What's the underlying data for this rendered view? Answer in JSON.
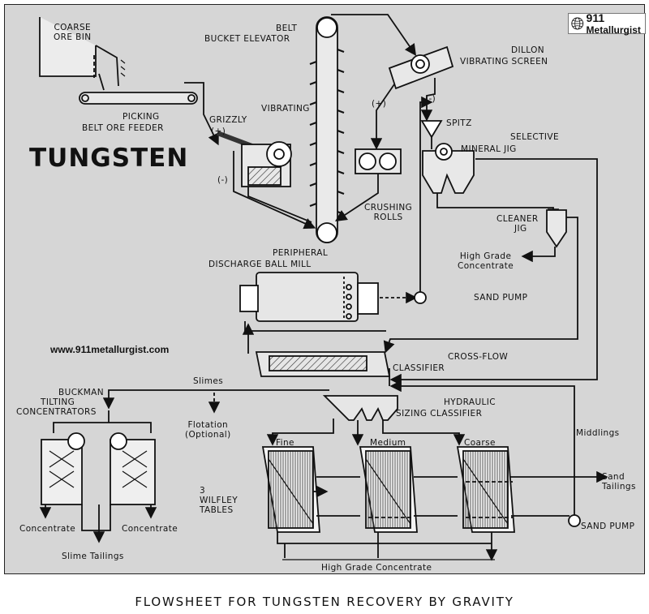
{
  "title_word": "TUNGSTEN",
  "website": "www.911metallurgist.com",
  "caption": "FLOWSHEET FOR TUNGSTEN RECOVERY BY GRAVITY",
  "logo": {
    "number": "911",
    "name": "Metallurgist",
    "icon": "globe-icon"
  },
  "labels": {
    "coarse_ore_bin": [
      "COARSE",
      "ORE BIN"
    ],
    "picking_belt": [
      "PICKING",
      "BELT ORE FEEDER"
    ],
    "vibrating_grizzly": [
      "VIBRATING",
      "GRIZZLY"
    ],
    "belt_bucket_elevator": [
      "BELT",
      "BUCKET ELEVATOR"
    ],
    "dillon_screen": [
      "DILLON",
      "VIBRATING SCREEN"
    ],
    "crushing_rolls": [
      "CRUSHING",
      "ROLLS"
    ],
    "spitz": "SPITZ",
    "selective_mineral_jig": [
      "SELECTIVE",
      "MINERAL JIG"
    ],
    "cleaner_jig": [
      "CLEANER",
      "JIG"
    ],
    "high_grade_concentrate_1": [
      "High Grade",
      "Concentrate"
    ],
    "ball_mill": [
      "PERIPHERAL",
      "DISCHARGE BALL MILL"
    ],
    "sand_pump_1": "SAND PUMP",
    "cross_flow_classifier": [
      "CROSS-FLOW",
      "CLASSIFIER"
    ],
    "slimes": "Slimes",
    "buckman": [
      "BUCKMAN",
      "TILTING",
      "CONCENTRATORS"
    ],
    "flotation": [
      "Flotation",
      "(Optional)"
    ],
    "hydraulic_sizing": [
      "HYDRAULIC",
      "SIZING CLASSIFIER"
    ],
    "middlings": "Middlings",
    "fine": "Fine",
    "medium": "Medium",
    "coarse": "Coarse",
    "wilfley_tables": [
      "3",
      "WILFLEY",
      "TABLES"
    ],
    "sand_tailings": [
      "Sand",
      "Tailings"
    ],
    "sand_pump_2": "SAND PUMP",
    "concentrate_left": "Concentrate",
    "concentrate_right": "Concentrate",
    "slime_tailings": "Slime Tailings",
    "high_grade_concentrate_2": "High Grade Concentrate",
    "plus_grizzly": "(+)",
    "minus_grizzly": "(-)",
    "plus_screen": "(+)",
    "minus_screen": "(-)"
  }
}
